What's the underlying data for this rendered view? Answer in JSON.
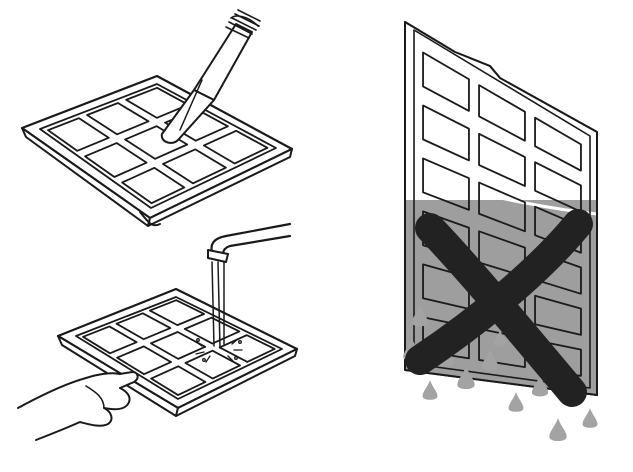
{
  "diagram": {
    "panels": [
      {
        "id": "vacuum-clean",
        "status": "allowed"
      },
      {
        "id": "rinse-under-tap",
        "status": "allowed"
      },
      {
        "id": "soak-filter",
        "status": "prohibited"
      }
    ],
    "icons": [
      "vacuum-nozzle-icon",
      "water-tap-icon",
      "hand-icon",
      "cross-mark-icon",
      "water-drop-icon"
    ],
    "colors": {
      "line": "#1a1a1a",
      "cross": "#222222",
      "wet_fill": "#9e9e9e",
      "dry_fill": "#ffffff",
      "drops": "#a3a3a3"
    }
  }
}
